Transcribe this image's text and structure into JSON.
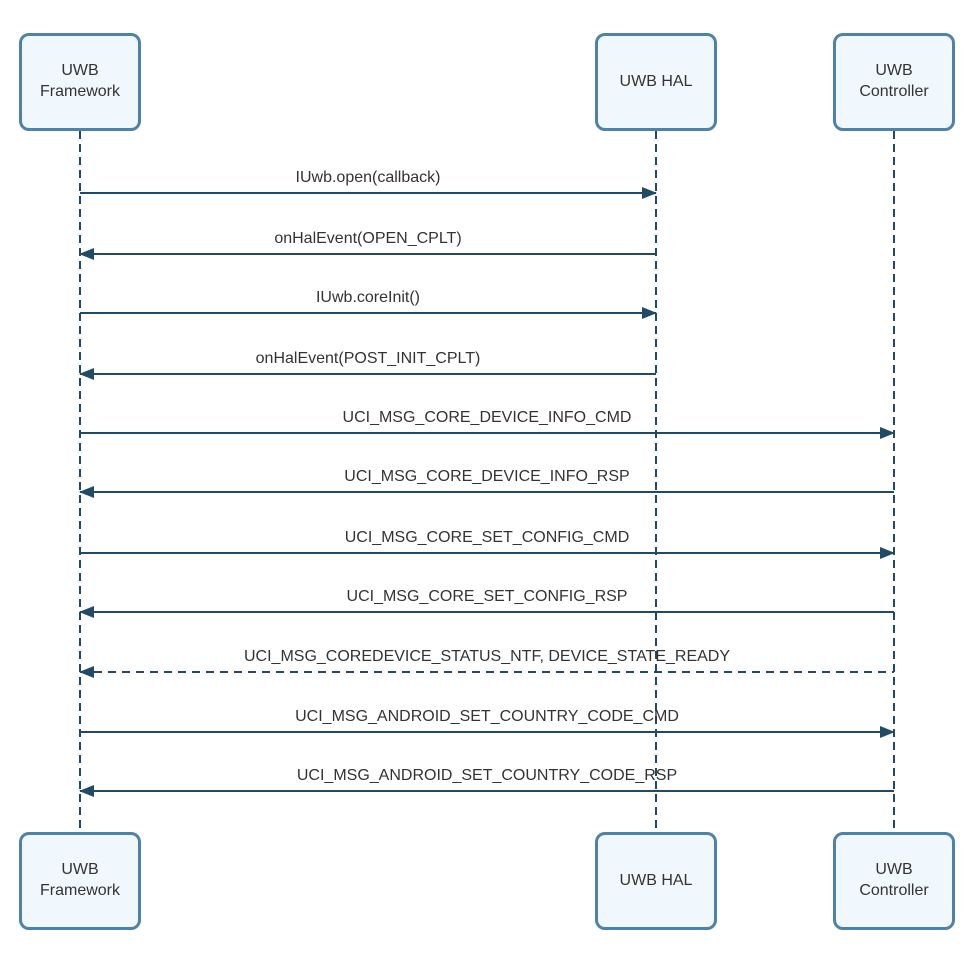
{
  "diagram": {
    "type": "sequence",
    "colors": {
      "line": "#204a66",
      "actor_border": "#4f82ab",
      "actor_fill": "#f0f8fd",
      "text": "#333333",
      "background": "#ffffff"
    },
    "actors": [
      {
        "id": "uwb-framework",
        "label": "UWB Framework"
      },
      {
        "id": "uwb-hal",
        "label": "UWB HAL"
      },
      {
        "id": "uwb-controller",
        "label": "UWB Controller"
      }
    ],
    "messages": [
      {
        "label": "IUwb.open(callback)",
        "from": "uwb-framework",
        "to": "uwb-hal",
        "line": "solid"
      },
      {
        "label": "onHalEvent(OPEN_CPLT)",
        "from": "uwb-hal",
        "to": "uwb-framework",
        "line": "solid"
      },
      {
        "label": "IUwb.coreInit()",
        "from": "uwb-framework",
        "to": "uwb-hal",
        "line": "solid"
      },
      {
        "label": "onHalEvent(POST_INIT_CPLT)",
        "from": "uwb-hal",
        "to": "uwb-framework",
        "line": "solid"
      },
      {
        "label": "UCI_MSG_CORE_DEVICE_INFO_CMD",
        "from": "uwb-framework",
        "to": "uwb-controller",
        "line": "solid"
      },
      {
        "label": "UCI_MSG_CORE_DEVICE_INFO_RSP",
        "from": "uwb-controller",
        "to": "uwb-framework",
        "line": "solid"
      },
      {
        "label": "UCI_MSG_CORE_SET_CONFIG_CMD",
        "from": "uwb-framework",
        "to": "uwb-controller",
        "line": "solid"
      },
      {
        "label": "UCI_MSG_CORE_SET_CONFIG_RSP",
        "from": "uwb-controller",
        "to": "uwb-framework",
        "line": "solid"
      },
      {
        "label": "UCI_MSG_COREDEVICE_STATUS_NTF, DEVICE_STATE_READY",
        "from": "uwb-controller",
        "to": "uwb-framework",
        "line": "dashed"
      },
      {
        "label": "UCI_MSG_ANDROID_SET_COUNTRY_CODE_CMD",
        "from": "uwb-framework",
        "to": "uwb-controller",
        "line": "solid"
      },
      {
        "label": "UCI_MSG_ANDROID_SET_COUNTRY_CODE_RSP",
        "from": "uwb-controller",
        "to": "uwb-framework",
        "line": "solid"
      }
    ]
  }
}
